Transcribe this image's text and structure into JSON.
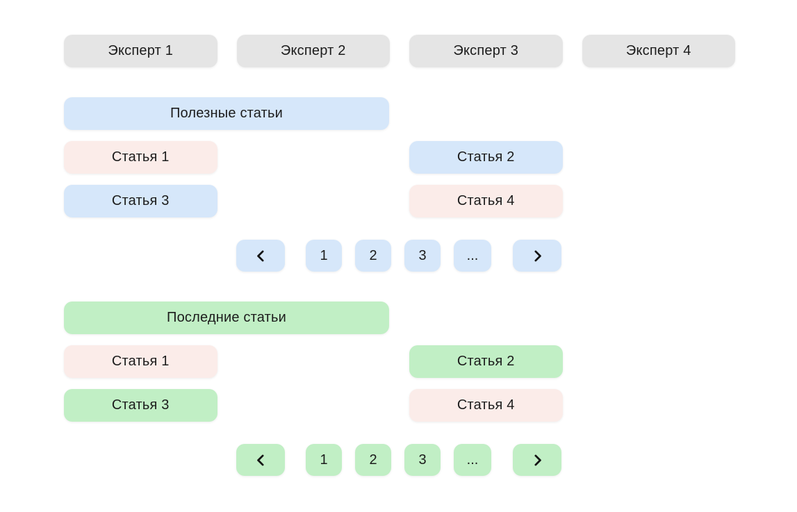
{
  "colors": {
    "expert_bg": "#e5e5e5",
    "blue": "#d6e7fa",
    "pink": "#fbece9",
    "green": "#c1efc5",
    "text": "#1c1c1c"
  },
  "experts": [
    {
      "label": "Эксперт 1"
    },
    {
      "label": "Эксперт 2"
    },
    {
      "label": "Эксперт 3"
    },
    {
      "label": "Эксперт 4"
    }
  ],
  "useful_section": {
    "title": "Полезные статьи",
    "accent": "#d6e7fa",
    "articles": [
      {
        "label": "Статья 1",
        "variant": "pink"
      },
      {
        "label": "Статья 2",
        "variant": "blue"
      },
      {
        "label": "Статья 3",
        "variant": "blue"
      },
      {
        "label": "Статья 4",
        "variant": "pink"
      }
    ],
    "pagination": {
      "prev_icon": "chevron-left",
      "next_icon": "chevron-right",
      "pages": [
        "1",
        "2",
        "3",
        "..."
      ]
    }
  },
  "recent_section": {
    "title": "Последние статьи",
    "accent": "#c1efc5",
    "articles": [
      {
        "label": "Статья 1",
        "variant": "pink"
      },
      {
        "label": "Статья 2",
        "variant": "green"
      },
      {
        "label": "Статья 3",
        "variant": "green"
      },
      {
        "label": "Статья 4",
        "variant": "pink"
      }
    ],
    "pagination": {
      "prev_icon": "chevron-left",
      "next_icon": "chevron-right",
      "pages": [
        "1",
        "2",
        "3",
        "..."
      ]
    }
  }
}
